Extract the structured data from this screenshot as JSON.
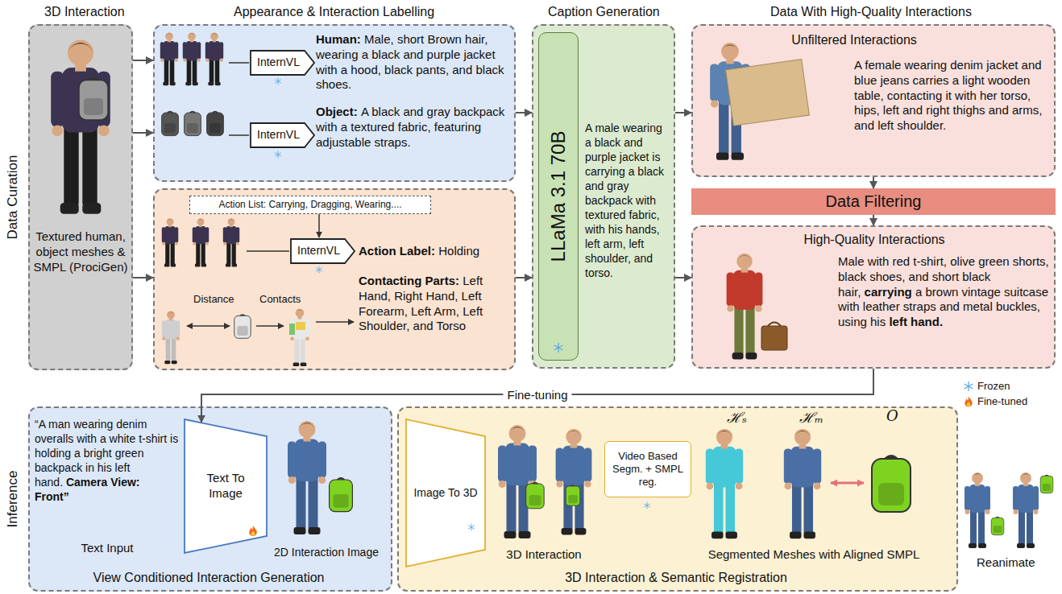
{
  "diagram": {
    "nodes": [
      {
        "text": [
          "Textured human, object meshes & SMPL (ProciGen)"
        ]
      },
      {
        "text": [
          "Human:",
          "Male, short Brown hair, wearing a black and purple jacket with a hood, black pants, and black shoes.",
          "Object:",
          "A black and gray backpack with a textured fabric, featuring adjustable straps."
        ]
      },
      {
        "text": [
          "InternVL"
        ],
        "in": 1
      },
      {
        "text": [
          "InternVL"
        ],
        "in": 1
      },
      {
        "text": [
          "Action Label:",
          "Holding",
          "Contacting Parts:",
          "Left Hand, Right Hand, Left Forearm, Left Arm, Left Shoulder, and Torso"
        ]
      },
      {
        "text": [
          "Action List: Carrying, Dragging, Wearing...."
        ],
        "in": 4
      },
      {
        "text": [
          "InternVL"
        ],
        "in": 4
      },
      {
        "text": [
          "A male wearing a black and purple jacket is carrying a black and gray backpack with textured fabric, with his hands, left arm, left shoulder, and torso."
        ]
      },
      {
        "text": [
          "LLaMa 3.1 70B"
        ],
        "in": 7
      },
      {
        "text": [
          "Unfiltered Interactions",
          "A female wearing denim jacket and blue jeans carries a light wooden table, contacting it with her torso, hips, left and right thighs and arms, and left shoulder."
        ]
      },
      {
        "text": [
          "Data Filtering"
        ]
      },
      {
        "text": [
          "High-Quality Interactions",
          "Male with red t-shirt, olive green shorts, black shoes, and short black hair,",
          "carrying",
          "a brown vintage suitcase with leather straps and metal buckles, using his",
          "left hand."
        ]
      },
      {
        "text": [
          "“A man wearing denim overalls with a white t-shirt is holding a bright green backpack in his left hand.",
          "Camera View: Front”",
          "Text Input",
          "2D Interaction Image",
          "View Conditioned Interaction Generation"
        ]
      },
      {
        "text": [
          "Text To Image"
        ],
        "in": 12
      },
      {
        "text": [
          "3D Interaction",
          "Segmented Meshes with Aligned SMPL",
          "3D Interaction & Semantic Registration"
        ]
      },
      {
        "text": [
          "Image To 3D"
        ],
        "in": 14
      },
      {
        "text": [
          "Video Based Segm. + SMPL reg."
        ],
        "in": 14
      }
    ],
    "edges": [
      {
        "from": 0,
        "to": 1,
        "arrow": "to"
      },
      {
        "from": 0,
        "to": 1,
        "arrow": "to"
      },
      {
        "from": 0,
        "to": 4,
        "arrow": "to"
      },
      {
        "from": 1,
        "to": 7,
        "arrow": "to"
      },
      {
        "from": 4,
        "to": 7,
        "arrow": "to"
      },
      {
        "from": 7,
        "to": 9,
        "arrow": "to"
      },
      {
        "from": 7,
        "to": 11,
        "arrow": "to"
      },
      {
        "from": 9,
        "to": 10,
        "arrow": "to"
      },
      {
        "from": 10,
        "to": 11,
        "arrow": "to"
      },
      {
        "from": 11,
        "to": 13,
        "arrow": "to",
        "label": "Fine-tuning"
      }
    ],
    "labels": [
      "Data Curation",
      "Inference",
      "3D Interaction",
      "Appearance & Interaction Labelling",
      "Caption Generation",
      "Data With High-Quality Interactions",
      "Distance",
      "Contacts",
      "ℋₛ",
      "ℋₘ",
      "O",
      "Reanimate"
    ],
    "legend": [
      {
        "text": "Frozen"
      },
      {
        "text": "Fine-tuned"
      }
    ]
  }
}
